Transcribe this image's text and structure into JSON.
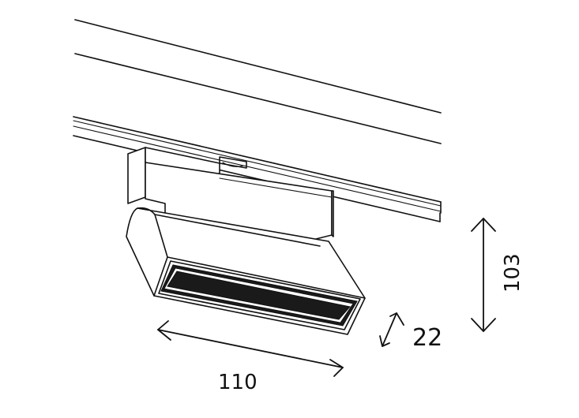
{
  "dimensions": {
    "length": "110",
    "depth": "22",
    "height": "103"
  }
}
